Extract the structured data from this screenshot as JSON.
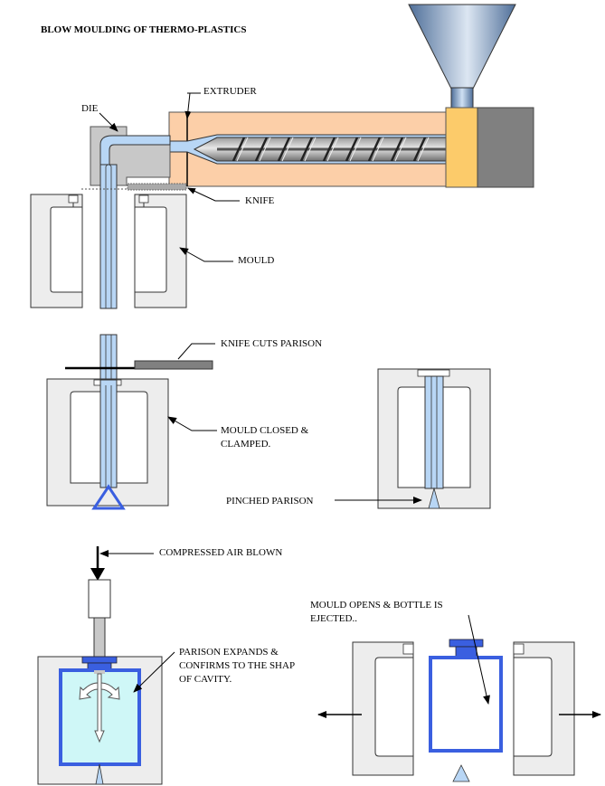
{
  "title": "BLOW MOULDING OF THERMO-PLASTICS",
  "labels": {
    "extruder": "EXTRUDER",
    "die": "DIE",
    "knife": "KNIFE",
    "mould": "MOULD",
    "knife_cuts_parison": "KNIFE CUTS  PARISON",
    "mould_closed_line1": "MOULD  CLOSED &",
    "mould_closed_line2": "CLAMPED.",
    "pinched_parison": "PINCHED  PARISON",
    "compressed_air": "COMPRESSED  AIR BLOWN",
    "parison_expands_line1": "PARISON   EXPANDS &",
    "parison_expands_line2": "CONFIRMS TO THE SHAP",
    "parison_expands_line3": "OF CAVITY.",
    "mould_opens_line1": "MOULD OPENS & BOTTLE IS",
    "mould_opens_line2": "EJECTED.."
  },
  "colors": {
    "barrel": "#FCCFA8",
    "end_cap": "#FCCB6A",
    "motor": "#808080",
    "die": "#C8C8C8",
    "mould": "#EDEDED",
    "parison": "#B8D6F5",
    "blue": "#3A5FE0",
    "bottle_fill": "#CFF7F7",
    "hopper_light": "#DCE6F2",
    "hopper_dark": "#4F6F99"
  }
}
